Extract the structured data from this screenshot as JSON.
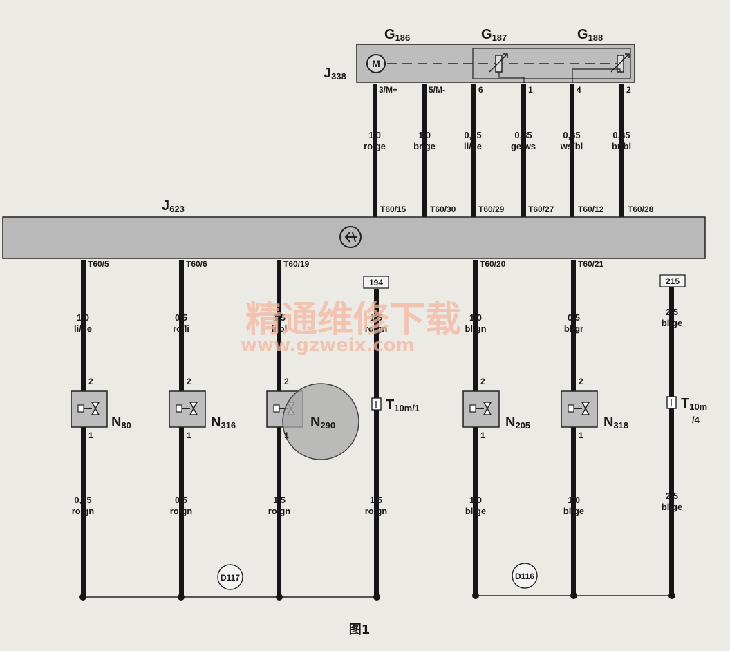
{
  "figure_caption": "图1",
  "watermark": {
    "cn": "精通维修下载",
    "url": "www.gzweix.com"
  },
  "j338": {
    "name": "J",
    "sub": "338",
    "components": [
      {
        "name": "G",
        "sub": "186",
        "symbol": "M"
      },
      {
        "name": "G",
        "sub": "187"
      },
      {
        "name": "G",
        "sub": "188"
      }
    ],
    "wires": [
      {
        "pin": "3/M+",
        "gauge": "1,0",
        "color": "ro/ge",
        "terminal": "T60/15"
      },
      {
        "pin": "5/M-",
        "gauge": "1,0",
        "color": "br/ge",
        "terminal": "T60/30"
      },
      {
        "pin": "6",
        "gauge": "0,35",
        "color": "li/ge",
        "terminal": "T60/29"
      },
      {
        "pin": "1",
        "gauge": "0,35",
        "color": "ge/ws",
        "terminal": "T60/27"
      },
      {
        "pin": "4",
        "gauge": "0,35",
        "color": "ws/bl",
        "terminal": "T60/12"
      },
      {
        "pin": "2",
        "gauge": "0,35",
        "color": "br/bl",
        "terminal": "T60/28"
      }
    ]
  },
  "j623": {
    "name": "J",
    "sub": "623"
  },
  "lower_circuits": [
    {
      "terminal": "T60/5",
      "gauge_top": "1,0",
      "color_top": "li/ge",
      "pin_top": "2",
      "pin_bottom": "1",
      "component": "N",
      "sub": "80",
      "gauge_bottom": "0,35",
      "color_bottom": "ro/gn"
    },
    {
      "terminal": "T60/6",
      "gauge_top": "0,5",
      "color_top": "ro/li",
      "pin_top": "2",
      "pin_bottom": "1",
      "component": "N",
      "sub": "316",
      "gauge_bottom": "0,5",
      "color_bottom": "ro/gn"
    },
    {
      "terminal": "T60/19",
      "gauge_top": "1,5",
      "color_top": "li/bl",
      "pin_top": "2",
      "pin_bottom": "1",
      "component": "N",
      "sub": "290",
      "gauge_bottom": "1,5",
      "color_bottom": "ro/gn"
    },
    {
      "terminal": "194",
      "gauge_top": "1,5",
      "color_top": "ro/gn",
      "component": "T",
      "sub": "10m/1",
      "gauge_bottom": "1,5",
      "color_bottom": "ro/gn"
    },
    {
      "terminal": "T60/20",
      "gauge_top": "1,0",
      "color_top": "bl/gn",
      "pin_top": "2",
      "pin_bottom": "1",
      "component": "N",
      "sub": "205",
      "gauge_bottom": "1,0",
      "color_bottom": "bl/ge"
    },
    {
      "terminal": "T60/21",
      "gauge_top": "0,5",
      "color_top": "bl/gr",
      "pin_top": "2",
      "pin_bottom": "1",
      "component": "N",
      "sub": "318",
      "gauge_bottom": "1,0",
      "color_bottom": "bl/ge"
    },
    {
      "terminal": "215",
      "gauge_top": "2,5",
      "color_top": "bl/ge",
      "component": "T",
      "sub": "10m",
      "sub2": "/4",
      "gauge_bottom": "2,5",
      "color_bottom": "bl/ge"
    }
  ],
  "grounds": [
    {
      "label": "D117"
    },
    {
      "label": "D116"
    }
  ]
}
